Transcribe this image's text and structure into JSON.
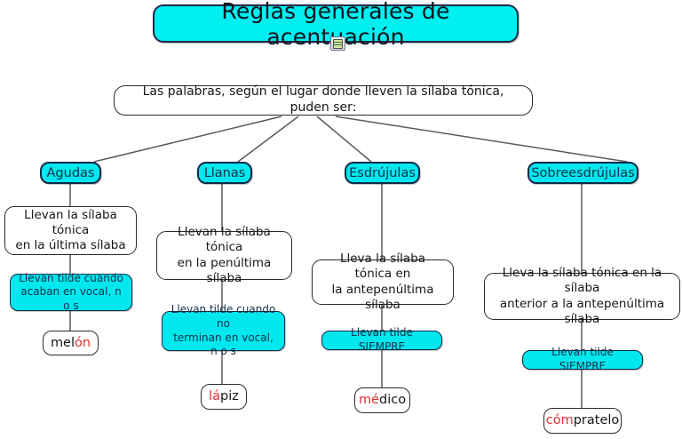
{
  "title": {
    "text": "Reglas generales de acentuación",
    "icon": "note-icon",
    "fill": "#00eff0",
    "border": "#1b2a4a"
  },
  "statement": {
    "text": "Las palabras, según el lugar donde lleven la sílaba tónica, puden ser:"
  },
  "colors": {
    "cyan": "#00e8ee",
    "cyan_text": "#123049",
    "accent_red": "#e03030",
    "line": "#5a5a5a",
    "box_border": "#2b2b2b"
  },
  "branches": [
    {
      "label": "Agudas",
      "definition": "Llevan la sílaba tónica\nen la última sílaba",
      "rule": "Llevan tilde cuando\nacaban en vocal, n o s",
      "example": {
        "pre": "mel",
        "accent": "ón",
        "post": ""
      }
    },
    {
      "label": "Llanas",
      "definition": "Llevan la sílaba tónica\nen la penúltima sílaba",
      "rule": "Llevan tilde cuando no\nterminan en vocal, n o s",
      "example": {
        "pre": "",
        "accent": "lá",
        "post": "piz"
      }
    },
    {
      "label": "Esdrújulas",
      "definition": "Lleva la sílaba tónica en\nla antepenúltima sílaba",
      "rule": "Llevan tilde SIEMPRE",
      "example": {
        "pre": "",
        "accent": "mé",
        "post": "dico"
      }
    },
    {
      "label": "Sobreesdrújulas",
      "definition": "Lleva la sílaba tónica en la sílaba\nanterior a la antepenúltima sílaba",
      "rule": "Llevan tilde SIEMPRE",
      "example": {
        "pre": "",
        "accent": "cóm",
        "post": "pratelo"
      }
    }
  ]
}
